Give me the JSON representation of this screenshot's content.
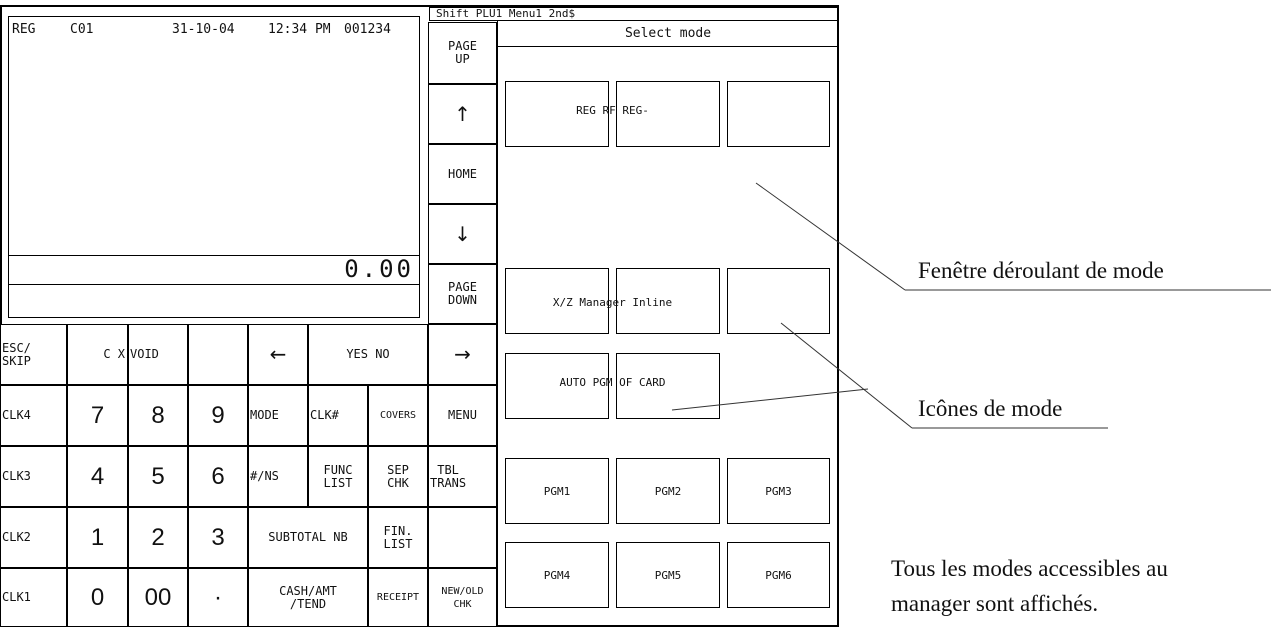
{
  "display": {
    "mode": "REG",
    "clerk": "C01",
    "date": "31-10-04",
    "time": "12:34 PM",
    "receipt_no": "001234",
    "total": "0.00"
  },
  "top_strip": "Shift PLU1 Menu1 2nd$",
  "nav_keys": {
    "page_up": "PAGE\nUP",
    "up": "↑",
    "home": "HOME",
    "down": "↓",
    "page_down": "PAGE\nDOWN"
  },
  "keypad": {
    "esc_skip": "ESC/\nSKIP",
    "c_x": "C X",
    "void": "VOID",
    "left": "←",
    "yes_no": "YES NO",
    "right": "→",
    "clk4": "CLK4",
    "clk3": "CLK3",
    "clk2": "CLK2",
    "clk1": "CLK1",
    "d7": "7",
    "d8": "8",
    "d9": "9",
    "d4": "4",
    "d5": "5",
    "d6": "6",
    "d1": "1",
    "d2": "2",
    "d3": "3",
    "d0": "0",
    "d00": "00",
    "dot": "·",
    "mode": "MODE",
    "clk_no": "CLK#",
    "covers": "COVERS",
    "menu": "MENU",
    "ns": "#/NS",
    "func_list": "FUNC\nLIST",
    "sep_chk": "SEP\nCHK",
    "tbl_trans": "TBL\nTRANS",
    "subtotal": "SUBTOTAL NB",
    "fin_list": "FIN.\nLIST",
    "cash": "CASH/AMT\n/TEND",
    "receipt": "RECEIPT",
    "new_old_chk": "NEW/OLD\nCHK"
  },
  "mode_panel": {
    "title": "Select mode",
    "row1": "REG RF REG-",
    "row2": "X/Z Manager Inline",
    "row3": "AUTO PGM OF CARD",
    "pgm": [
      "PGM1",
      "PGM2",
      "PGM3",
      "PGM4",
      "PGM5",
      "PGM6"
    ]
  },
  "callouts": {
    "scroll_window": "Fenêtre déroulant de mode",
    "mode_icons": "Icônes de mode",
    "note_line1": "Tous les modes accessibles au",
    "note_line2": "manager sont affichés."
  }
}
